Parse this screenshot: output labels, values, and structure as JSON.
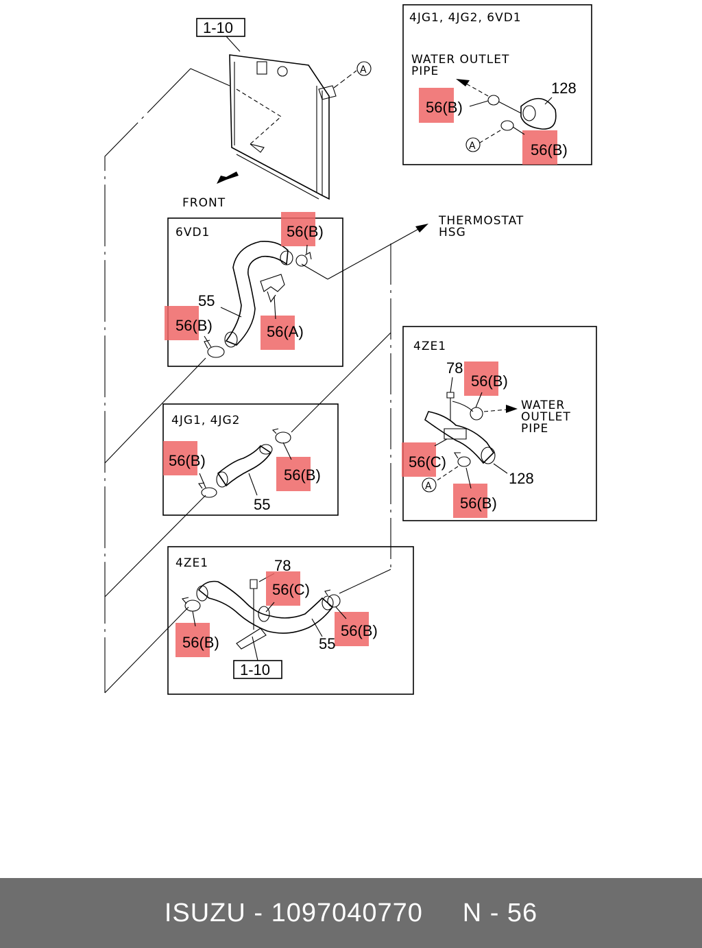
{
  "callouts": {
    "radiator_ref": "1-10",
    "bracket_ref": "1-10",
    "front": "FRONT",
    "thermostat_line1": "THERMOSTAT",
    "thermostat_line2": "HSG",
    "connector_a": "A"
  },
  "panels": {
    "top_right": {
      "title": "4JG1, 4JG2, 6VD1",
      "water_line1": "WATER  OUTLET",
      "water_line2": "PIPE",
      "part_128": "128",
      "clamp_left": "56(B)",
      "clamp_bottom": "56(B)",
      "connector_a": "A"
    },
    "six_vd1": {
      "title": "6VD1",
      "clamp_top": "56(B)",
      "hose": "55",
      "clamp_left": "56(B)",
      "clamp_a": "56(A)"
    },
    "four_ze1_right": {
      "title": "4ZE1",
      "bolt": "78",
      "clamp_top": "56(B)",
      "water_line1": "WATER",
      "water_line2": "OUTLET",
      "water_line3": "PIPE",
      "clamp_c": "56(C)",
      "part_128": "128",
      "connector_a": "A",
      "clamp_bottom": "56(B)"
    },
    "four_jg": {
      "title": "4JG1, 4JG2",
      "clamp_left": "56(B)",
      "clamp_right": "56(B)",
      "hose": "55"
    },
    "four_ze1_bottom": {
      "title": "4ZE1",
      "bolt": "78",
      "clamp_c": "56(C)",
      "clamp_left": "56(B)",
      "clamp_right": "56(B)",
      "hose": "55"
    }
  },
  "footer": {
    "text": "ISUZU - 1097040770     N - 56"
  },
  "colors": {
    "highlight": "#ee6666",
    "footer_bg": "#6e6e6e",
    "footer_text": "#ffffff"
  }
}
